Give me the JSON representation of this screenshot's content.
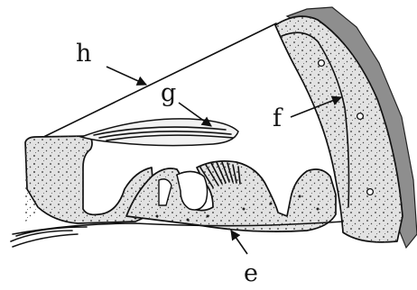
{
  "labels": {
    "h": "h",
    "g": "g",
    "f": "f",
    "e": "e"
  },
  "colors": {
    "ink": "#111111",
    "tissue": "#e2e2e2",
    "bone": "#8e8e8e",
    "background": "#ffffff"
  }
}
